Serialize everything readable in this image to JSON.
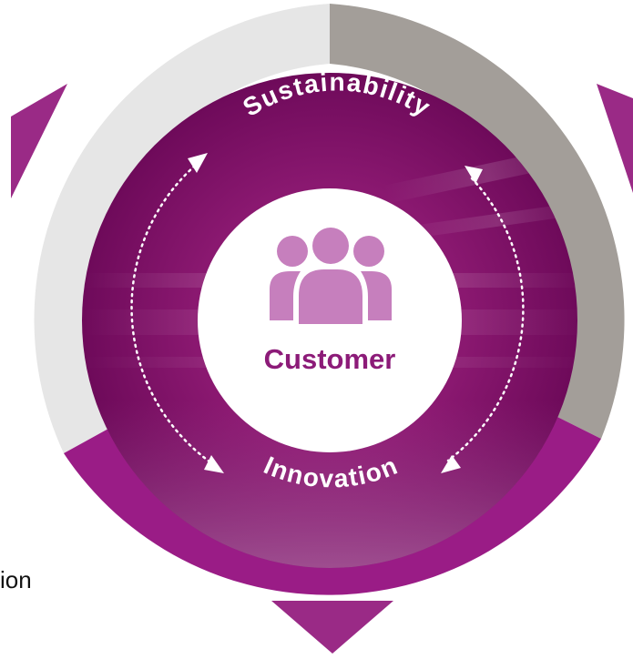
{
  "diagram": {
    "center_label": "Customer",
    "top_arc_label": "Sustainability",
    "bottom_arc_label": "Innovation",
    "left_partial_label": "ion",
    "center_icon": "people-group-icon"
  },
  "colors": {
    "purple_dark": "#7a0d65",
    "purple_mid": "#9a2a86",
    "purple_light": "#c07bb6",
    "ring_light_grey": "#e6e6e6",
    "ring_taupe": "#a39e99",
    "icon_fill": "#c67fbd",
    "center_text": "#8c1b78",
    "white": "#ffffff"
  }
}
